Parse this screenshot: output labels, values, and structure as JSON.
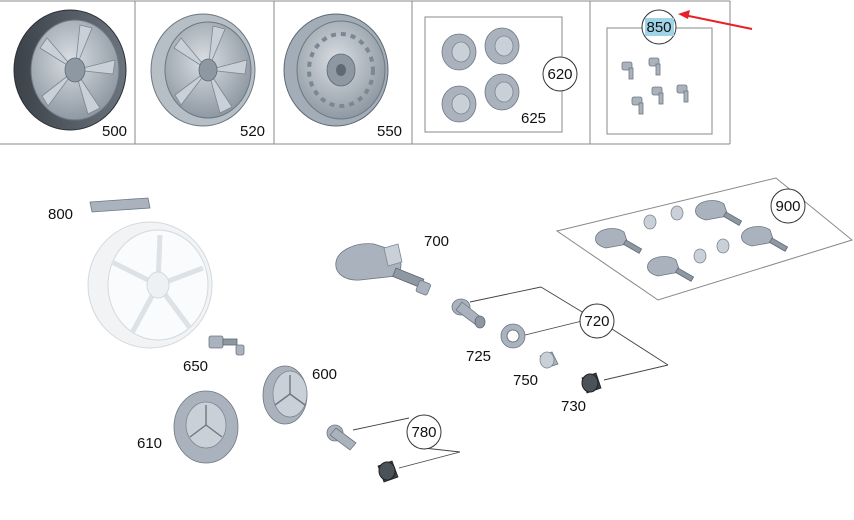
{
  "labels": {
    "p500": "500",
    "p520": "520",
    "p550": "550",
    "p620": "620",
    "p625": "625",
    "p850": "850",
    "p800": "800",
    "p700": "700",
    "p900": "900",
    "p650": "650",
    "p600": "600",
    "p610": "610",
    "p725": "725",
    "p720": "720",
    "p750": "750",
    "p730": "730",
    "p780": "780"
  },
  "highlight": {
    "part": "850",
    "fill_color": "#9fd3e8",
    "arrow_color": "#e8202a"
  }
}
